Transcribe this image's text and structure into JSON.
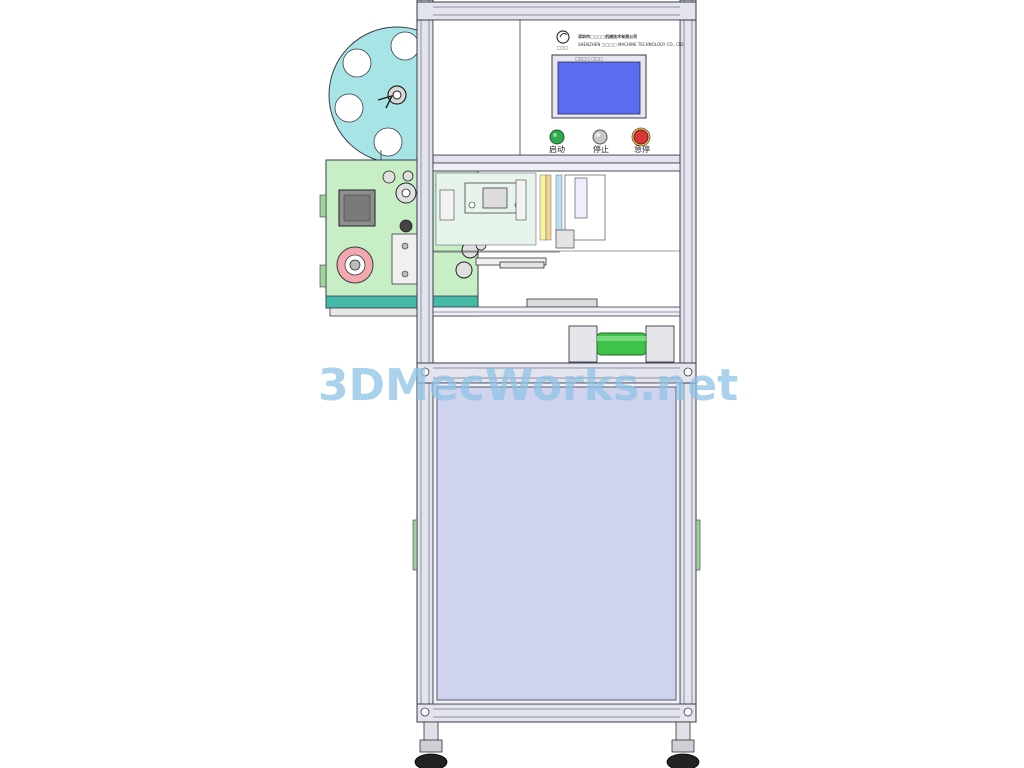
{
  "company": {
    "name_cn": "深圳市□□□□机械技术有限公司",
    "name_en": "SHENZHEN □□□□ MACHINE TECHNOLOGY CO., LTD",
    "logo_text": "□□□"
  },
  "hmi": {
    "header": "□□□□  □□□"
  },
  "buttons": [
    {
      "label": "启动",
      "color": "#2fa84f"
    },
    {
      "label": "停止",
      "color": "#c8c8c8"
    },
    {
      "label": "急停",
      "color": "#d93838"
    }
  ],
  "watermark": "3DMecWorks.net",
  "colors": {
    "frame": "#e3e4ee",
    "frame_edge": "#3a3a4a",
    "door": "#cfd3ee",
    "reel": "#a6e4e6",
    "motor_plate": "#c7eec4",
    "teal_base": "#44b9a5",
    "screen": "#5a6cf0",
    "roller": "#3fc24a"
  }
}
